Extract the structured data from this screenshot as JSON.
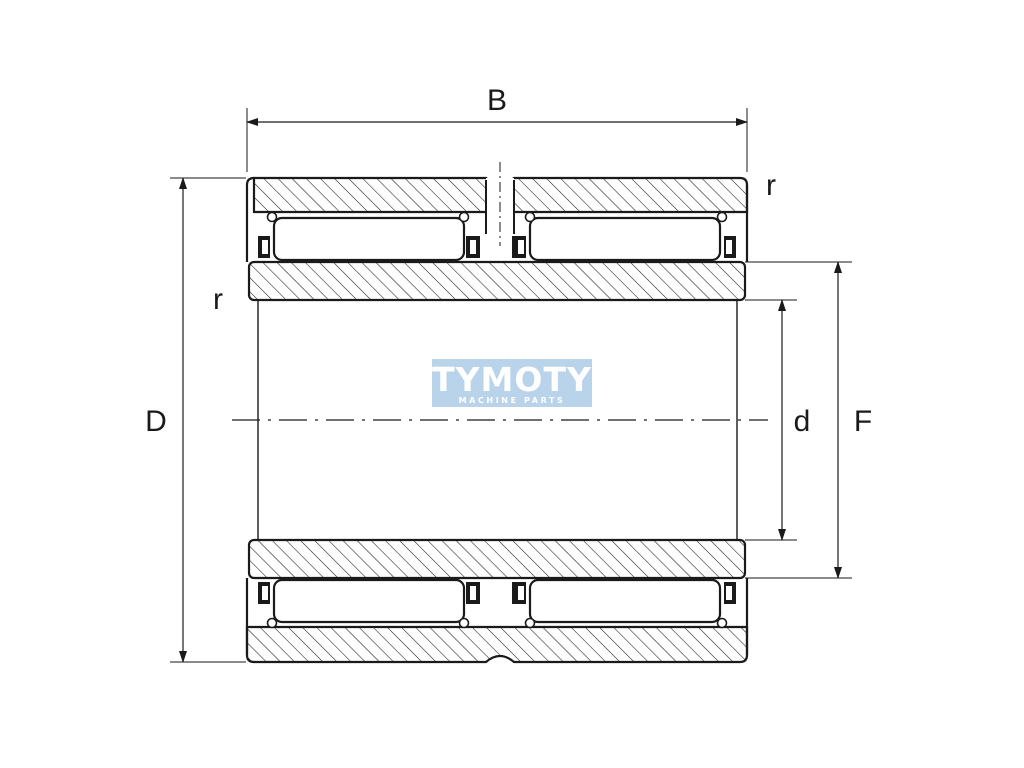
{
  "labels": {
    "width": "B",
    "outer_diameter": "D",
    "bore_diameter": "d",
    "raceway_diameter": "F",
    "radius_top_right": "r",
    "radius_left": "r"
  },
  "watermark": {
    "brand": "TYMOTY",
    "tagline": "MACHINE PARTS",
    "color": "#b9d3ea"
  },
  "colors": {
    "line": "#1a1a1a",
    "hatch": "#1a1a1a",
    "background": "#ffffff"
  }
}
